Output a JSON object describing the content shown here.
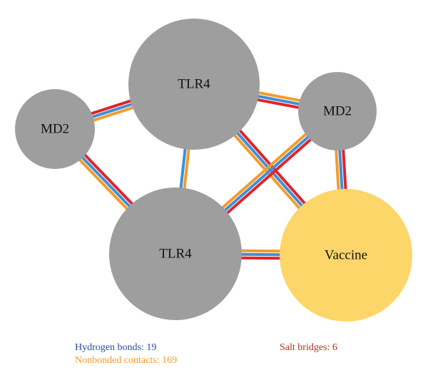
{
  "nodes": [
    {
      "id": "tlr4_top",
      "label": "TLR4",
      "color": "#9e9e9e"
    },
    {
      "id": "md2_left",
      "label": "MD2",
      "color": "#9e9e9e"
    },
    {
      "id": "md2_right",
      "label": "MD2",
      "color": "#9e9e9e"
    },
    {
      "id": "tlr4_bottom",
      "label": "TLR4",
      "color": "#9e9e9e"
    },
    {
      "id": "vaccine",
      "label": "Vaccine",
      "color": "#fdd66a"
    }
  ],
  "edges": [
    {
      "from": "md2_left",
      "to": "tlr4_top",
      "types": [
        "salt",
        "hbond",
        "nonbonded"
      ]
    },
    {
      "from": "md2_left",
      "to": "tlr4_bottom",
      "types": [
        "salt",
        "hbond",
        "nonbonded"
      ]
    },
    {
      "from": "tlr4_top",
      "to": "tlr4_bottom",
      "types": [
        "nonbonded",
        "hbond"
      ]
    },
    {
      "from": "tlr4_top",
      "to": "md2_right",
      "types": [
        "nonbonded",
        "hbond",
        "salt"
      ]
    },
    {
      "from": "tlr4_top",
      "to": "vaccine",
      "types": [
        "salt",
        "hbond",
        "nonbonded"
      ]
    },
    {
      "from": "md2_right",
      "to": "tlr4_bottom",
      "types": [
        "salt",
        "hbond",
        "nonbonded"
      ]
    },
    {
      "from": "md2_right",
      "to": "vaccine",
      "types": [
        "salt",
        "hbond",
        "nonbonded"
      ]
    },
    {
      "from": "tlr4_bottom",
      "to": "vaccine",
      "types": [
        "nonbonded",
        "hbond",
        "salt"
      ]
    }
  ],
  "colors": {
    "hbond": "#3f8fd6",
    "nonbonded": "#f39b2c",
    "salt": "#e0242b"
  },
  "legend": {
    "hbonds": "Hydrogen bonds: 19",
    "nonbonded": "Nonbonded contacts: 169",
    "salt": "Salt bridges: 6",
    "hbonds_text_color": "#2b4aa0",
    "nonbonded_text_color": "#f39b2c",
    "salt_text_color": "#b0301d"
  }
}
